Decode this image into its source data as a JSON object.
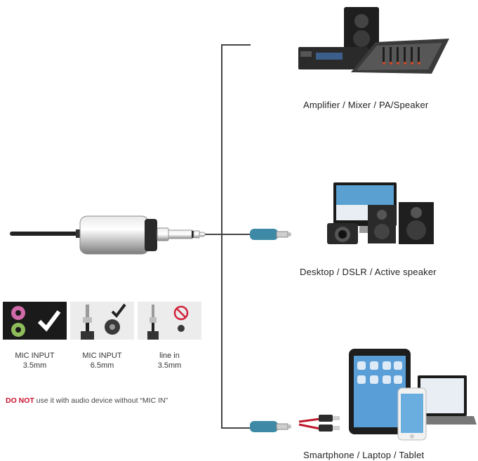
{
  "devices": [
    {
      "label": "Amplifier / Mixer / PA/Speaker",
      "icon": "mixer-amplifier-speaker-icon"
    },
    {
      "label": "Desktop / DSLR / Active speaker",
      "icon": "desktop-camera-speaker-icon"
    },
    {
      "label": "Smartphone / Laptop / Tablet",
      "icon": "tablet-laptop-phone-icon"
    }
  ],
  "inputs": [
    {
      "label": "MIC INPUT",
      "size": "3.5mm",
      "status": "check"
    },
    {
      "label": "MIC INPUT",
      "size": "6.5mm",
      "status": "check"
    },
    {
      "label": "line in",
      "size": "3.5mm",
      "status": "prohibited"
    }
  ],
  "warning": {
    "emphasis": "DO NOT",
    "text": " use it with audio device without “MIC IN”",
    "emphasis_color": "#c8102e"
  },
  "colors": {
    "cable_teal": "#3e8aa6",
    "line": "#444444",
    "check": "#222222",
    "prohibited_red": "#d0223a"
  }
}
